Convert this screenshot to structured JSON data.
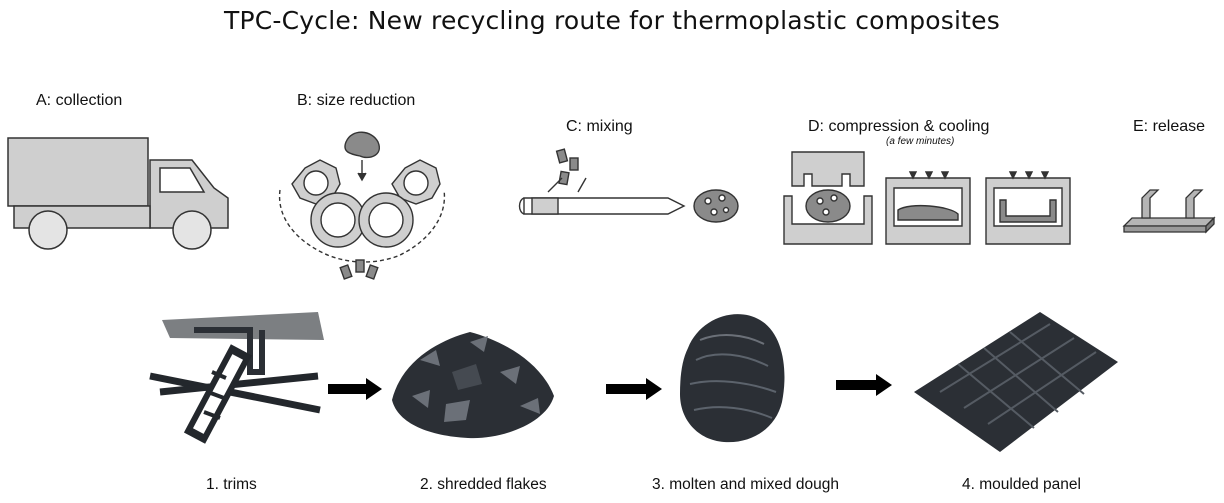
{
  "title": "TPC-Cycle: New recycling route for thermoplastic composites",
  "process_steps": [
    {
      "label": "A: collection"
    },
    {
      "label": "B: size reduction"
    },
    {
      "label": "C: mixing"
    },
    {
      "label": "D: compression & cooling",
      "note": "(a few minutes)"
    },
    {
      "label": "E: release"
    }
  ],
  "material_stages": [
    {
      "caption": "1. trims"
    },
    {
      "caption": "2. shredded flakes"
    },
    {
      "caption": "3. molten and mixed dough"
    },
    {
      "caption": "4. moulded panel"
    }
  ],
  "colors": {
    "schematic_fill": "#cfcfcf",
    "schematic_stroke": "#333333",
    "part_fill": "#9a9a9a",
    "material_dark": "#2b2f35",
    "arrow": "#000000"
  },
  "icons": [
    "truck-icon",
    "shredder-icon",
    "extruder-icon",
    "press-mould-icon",
    "released-part-icon",
    "right-arrow-icon"
  ]
}
